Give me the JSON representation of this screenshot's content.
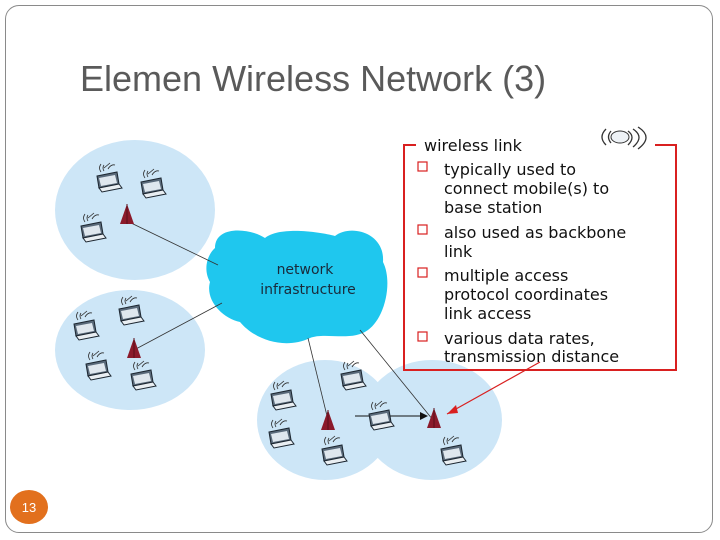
{
  "slide": {
    "title": "Elemen Wireless Network (3)",
    "page_number": "13"
  },
  "cloud_label": [
    "network",
    "infrastructure"
  ],
  "callout": {
    "heading": "wireless link",
    "bullets": [
      [
        "typically used to",
        "connect mobile(s) to",
        "base station"
      ],
      [
        "also used as backbone",
        "link"
      ],
      [
        "multiple access",
        "protocol coordinates",
        "link access"
      ],
      [
        "various data rates,",
        "transmission distance"
      ]
    ]
  },
  "colors": {
    "cell_fill": "#cde6f7",
    "cloud_fill": "#1fc7ee",
    "tower": "#8b1a2b",
    "callout_border": "#d92020",
    "bullet_marker": "#d92020",
    "page_badge": "#e2701d"
  },
  "icons": [
    "laptop-icon",
    "base-station-tower-icon",
    "wireless-signal-icon"
  ]
}
